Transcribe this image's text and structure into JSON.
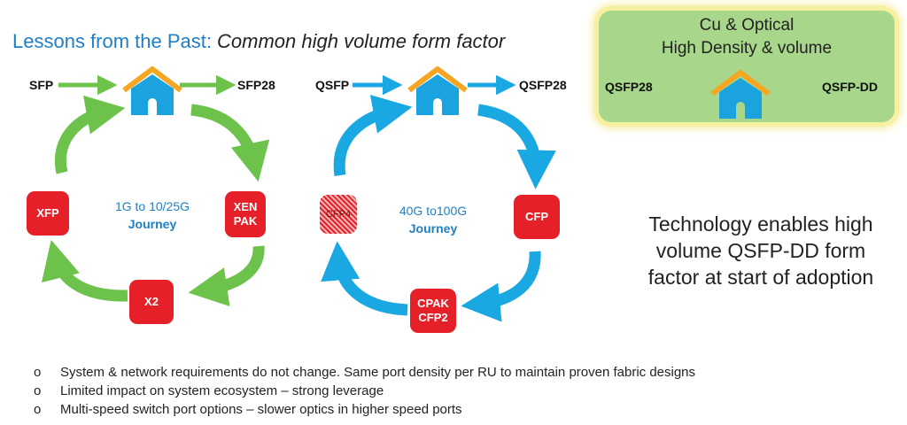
{
  "title": {
    "main": "Lessons from the Past:",
    "emphasis": "Common high volume form factor"
  },
  "callout": {
    "line1": "Cu & Optical",
    "line2": "High Density & volume",
    "from": "QSFP28",
    "to": "QSFP-DD"
  },
  "cycle_left": {
    "from": "SFP",
    "to": "SFP28",
    "nodes": [
      "XFP",
      "XEN PAK",
      "X2"
    ],
    "journey_line1": "1G to 10/25G",
    "journey_line2": "Journey"
  },
  "cycle_right": {
    "from": "QSFP",
    "to": "QSFP28",
    "nodes": [
      "CFP4",
      "CFP",
      "CPAK CFP2"
    ],
    "journey_line1": "40G to100G",
    "journey_line2": "Journey"
  },
  "technology_note": [
    "Technology enables high",
    "volume QSFP-DD form",
    "factor at start of adoption"
  ],
  "bullets": [
    "System & network requirements do not change.  Same port density per RU to maintain proven fabric designs",
    "Limited impact on system ecosystem – strong leverage",
    "Multi-speed switch port options – slower optics in higher speed ports"
  ],
  "bullet_marker": "o",
  "colors": {
    "green": "#6cc24a",
    "blue": "#19a8e2",
    "red": "#e62029",
    "house": "#1ba3e0",
    "roof": "#f5a623",
    "title_blue": "#1f7fc4"
  }
}
